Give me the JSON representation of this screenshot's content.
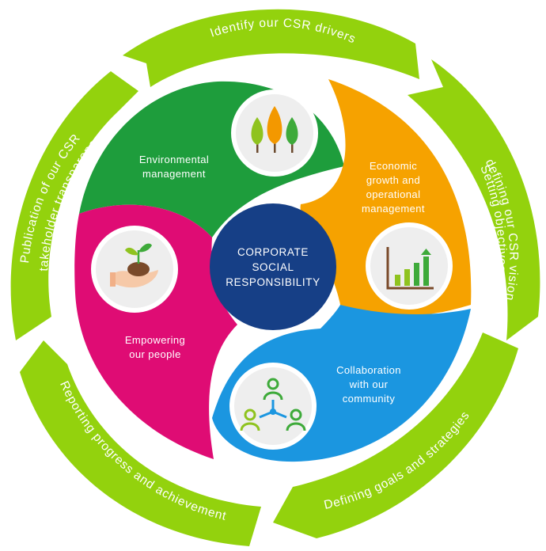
{
  "diagram": {
    "center": {
      "lines": [
        "CORPORATE",
        "SOCIAL",
        "RESPONSIBILITY"
      ],
      "color": "#163f86"
    },
    "ring": {
      "color": "#93d20d",
      "segments": [
        {
          "id": "identify",
          "label": "Identify our CSR drivers"
        },
        {
          "id": "objectives",
          "lines": [
            "Setting objectives,",
            "defining our CSR vision"
          ]
        },
        {
          "id": "goals",
          "label": "Defining goals and strategies"
        },
        {
          "id": "reporting",
          "label": "Reporting progress and achievement"
        },
        {
          "id": "publication",
          "lines": [
            "Publication of our CSR",
            "stakeholder transparency"
          ]
        }
      ]
    },
    "petals": [
      {
        "id": "environmental",
        "lines": [
          "Environmental",
          "management"
        ],
        "color": "#1e9d3c",
        "icon": "trees-icon"
      },
      {
        "id": "economic",
        "lines": [
          "Economic",
          "growth and",
          "operational",
          "management"
        ],
        "color": "#f6a200",
        "icon": "bar-chart-icon"
      },
      {
        "id": "collaboration",
        "lines": [
          "Collaboration",
          "with our",
          "community"
        ],
        "color": "#1b96e0",
        "icon": "network-people-icon"
      },
      {
        "id": "people",
        "lines": [
          "Empowering",
          "our people"
        ],
        "color": "#df0c74",
        "icon": "hand-seedling-icon"
      }
    ]
  }
}
